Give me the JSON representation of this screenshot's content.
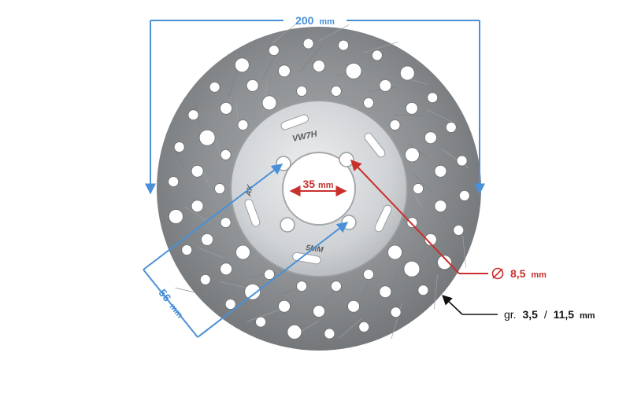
{
  "colors": {
    "dimension_blue": "#4a90d9",
    "hole_red": "#c9302c",
    "text_black": "#111111",
    "disc_steel": "#8a8d90",
    "hub_silver": "#cfd2d5"
  },
  "dimensions": {
    "outer_diameter": {
      "value": "200",
      "unit": "mm"
    },
    "center_bore": {
      "value": "35",
      "unit": "mm"
    },
    "bolt_spacing": {
      "value": "56",
      "unit": "mm"
    },
    "bolt_hole": {
      "symbol": "⦸",
      "value": "8,5",
      "unit": "mm"
    },
    "thickness": {
      "prefix": "gr.",
      "value_a": "3,5",
      "separator": "/",
      "value_b": "11,5",
      "unit": "mm"
    }
  },
  "stamps": [
    "VW7H",
    "AK",
    "5MM"
  ],
  "icons": {
    "diameter_symbol": "diameter-icon",
    "arrow": "arrow-icon"
  }
}
